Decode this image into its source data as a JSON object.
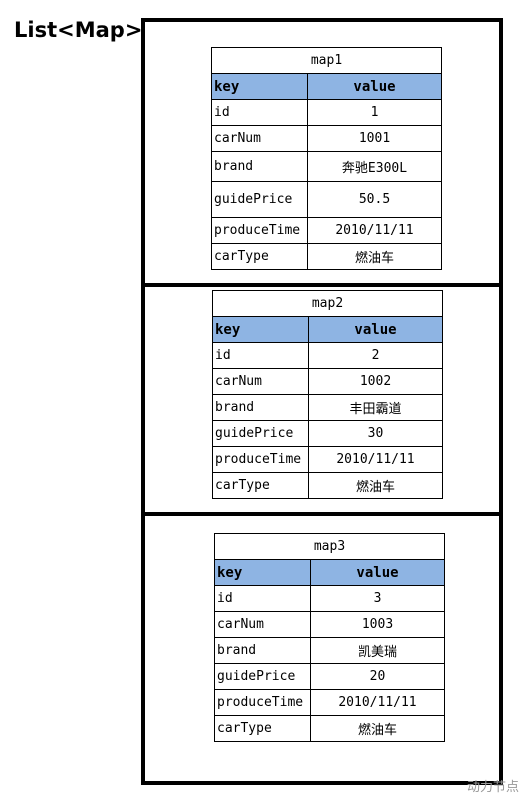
{
  "title": "List<Map>",
  "header": {
    "key": "key",
    "value": "value"
  },
  "maps": [
    {
      "name": "map1",
      "rows": [
        {
          "key": "id",
          "value": "1"
        },
        {
          "key": "carNum",
          "value": "1001"
        },
        {
          "key": "brand",
          "value": "奔驰E300L"
        },
        {
          "key": "guidePrice",
          "value": "50.5"
        },
        {
          "key": "produceTime",
          "value": "2010/11/11"
        },
        {
          "key": "carType",
          "value": "燃油车"
        }
      ]
    },
    {
      "name": "map2",
      "rows": [
        {
          "key": "id",
          "value": "2"
        },
        {
          "key": "carNum",
          "value": "1002"
        },
        {
          "key": "brand",
          "value": "丰田霸道"
        },
        {
          "key": "guidePrice",
          "value": "30"
        },
        {
          "key": "produceTime",
          "value": "2010/11/11"
        },
        {
          "key": "carType",
          "value": "燃油车"
        }
      ]
    },
    {
      "name": "map3",
      "rows": [
        {
          "key": "id",
          "value": "3"
        },
        {
          "key": "carNum",
          "value": "1003"
        },
        {
          "key": "brand",
          "value": "凯美瑞"
        },
        {
          "key": "guidePrice",
          "value": "20"
        },
        {
          "key": "produceTime",
          "value": "2010/11/11"
        },
        {
          "key": "carType",
          "value": "燃油车"
        }
      ]
    }
  ],
  "watermark": "动力节点"
}
